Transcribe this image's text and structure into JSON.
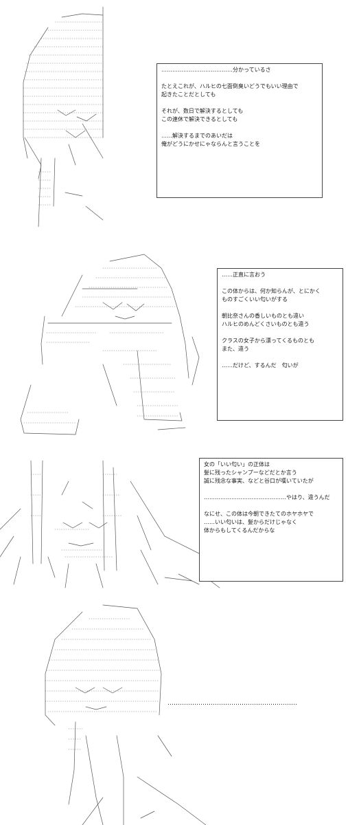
{
  "panels": [
    {
      "lines": [
        "…………………………………分かっているさ",
        "",
        "たとえこれが、ハルヒの七面倒臭いどうでもいい理由で",
        "起きたことだとしても",
        "",
        "それが、数日で解決するとしても",
        "この連休で解決できるとしても",
        "",
        "……解決するまでのあいだは",
        "俺がどうにかせにゃならんと言うことを"
      ]
    },
    {
      "lines": [
        "……正直に言おう",
        "",
        "この体からは、何か知らんが、とにかく",
        "ものすごくいい匂いがする",
        "",
        "朝比奈さんの香しいものとも違い",
        "ハルヒのめんどくさいものとも違う",
        "",
        "クラスの女子から漂ってくるものとも",
        "また、違う",
        "",
        "……だけど、するんだ　匂いが"
      ]
    },
    {
      "lines": [
        "女の「いい匂い」の正体は",
        "髪に残ったシャンプーなどだとか言う",
        "誠に残念な事実、などと谷口が嘆いていたが",
        "",
        "………………………………………やはり、違うんだ",
        "",
        "なにせ、この体は今朝できたてのホヤホヤで",
        "……いい匂いは、髪からだけじゃなく",
        "体からもしてくるんだからな"
      ]
    },
    {
      "ellipsis": "………………………………………………………"
    }
  ]
}
